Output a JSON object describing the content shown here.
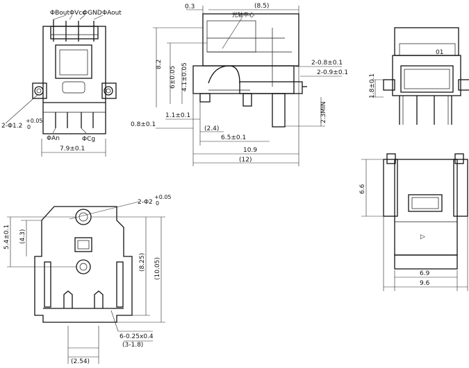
{
  "front_view": {
    "pin_labels": [
      "ΦBout",
      "ΦVcc",
      "ΦGND",
      "ΦAout"
    ],
    "bottom_labels": [
      "ΦAn",
      "ΦCg"
    ],
    "hole_dim": "2-Φ1.2",
    "hole_tol": "+0.05",
    "hole_tol_lo": "0",
    "width_dim": "7.9±0.1"
  },
  "side_view": {
    "top_dims": [
      "0.3",
      "(8.5)"
    ],
    "chinese_note": "光轴中心",
    "left_dims": [
      "8.2",
      "6±0.05",
      "4.1±0.05"
    ],
    "right_dims": [
      "2-0.8±0.1",
      "2-0.9±0.1",
      "2.3MIN"
    ],
    "bottom_dims": [
      "1.1±0.1",
      "0.8±0.1",
      "(2.4)",
      "6.5±0.1",
      "10.9",
      "(12)"
    ]
  },
  "end_view": {
    "marking": "01",
    "height_dim": "1.8±0.1"
  },
  "bottom_view": {
    "hole_dim": "2-Φ2",
    "hole_tol": "+0.05",
    "hole_tol_lo": "0",
    "left_dims": [
      "5.4±0.1",
      "(4.3)"
    ],
    "right_dims": [
      "(8.25)",
      "(10.05)"
    ],
    "pin_dims": [
      "6-0.25x0.4",
      "(3-1.8)"
    ],
    "pitch_dim": "(2.54)"
  },
  "top_view": {
    "height_dim": "6.6",
    "arrow_glyph": "▷",
    "width_dims": [
      "6.9",
      "9.6"
    ]
  }
}
